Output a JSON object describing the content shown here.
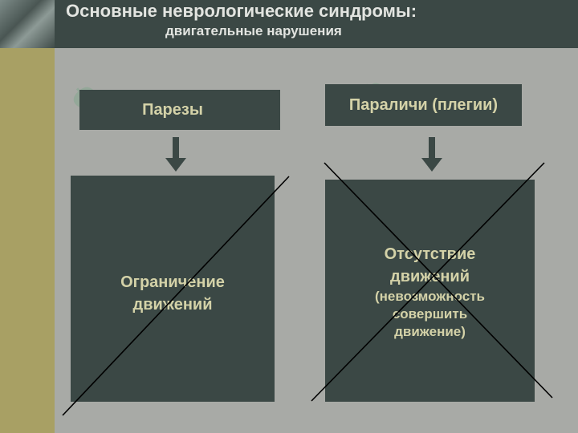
{
  "header": {
    "title": "Основные неврологические синдромы:",
    "subtitle": "двигательные нарушения"
  },
  "left": {
    "label": "Парезы",
    "box_text": "Ограничение\nдвижений"
  },
  "right": {
    "label": "Параличи (плегии)",
    "box_main": "Отсутствие\nдвижений",
    "box_sub": "(невозможность\nсовершить\nдвижение)"
  },
  "colors": {
    "header_bg": "#3b4845",
    "sidebar": "#a8a064",
    "background": "#a8aaa6",
    "box_bg": "#3b4845",
    "text": "#d4d2a8",
    "cross_lines": "#000000"
  }
}
